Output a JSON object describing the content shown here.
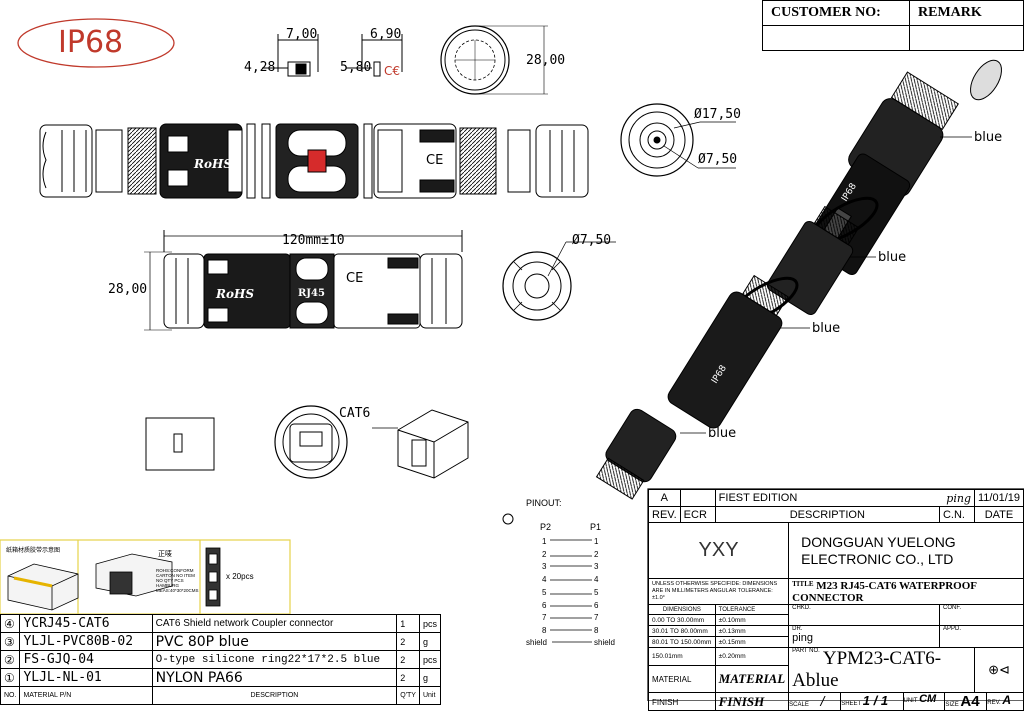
{
  "header": {
    "customer_label": "CUSTOMER NO:",
    "remark_label": "REMARK"
  },
  "rating": "IP68",
  "dimensions": {
    "d_7_00": "7,00",
    "d_6_90": "6,90",
    "d_4_28": "4,28",
    "d_5_80": "5,80",
    "d_28_00_top": "28,00",
    "d_dia_17_50": "Ø17,50",
    "d_dia_7_50_a": "Ø7,50",
    "d_length": "120mm±10",
    "d_28_00_side": "28,00",
    "d_dia_7_50_b": "Ø7,50"
  },
  "body_marks": {
    "rohs": "RoHS",
    "ce": "CE",
    "rj45": "RJ45",
    "ip68": "IP68"
  },
  "callouts": {
    "cat6": "CAT6",
    "blue_1": "blue",
    "blue_2": "blue",
    "blue_3": "blue",
    "blue_4": "blue"
  },
  "packaging": {
    "box_label": "纸箱材质胶带示意图",
    "reel_label": "正唛",
    "reel_text": "ROHS:CONFORM CARTON NO ITEM NO QTY PCS HAMBURG MEAS:40*30*20CMS",
    "pieces": "x 20pcs"
  },
  "bom": {
    "rows": [
      {
        "no": "④",
        "pn": "YCRJ45-CAT6",
        "desc": "CAT6 Shield network Coupler connector",
        "qty": "1",
        "unit": "pcs"
      },
      {
        "no": "③",
        "pn": "YLJL-PVC80B-02",
        "desc": "PVC 80P blue",
        "qty": "2",
        "unit": "g"
      },
      {
        "no": "②",
        "pn": "FS-GJQ-04",
        "desc": "O-type silicone ring22*17*2.5 blue",
        "qty": "2",
        "unit": "pcs"
      },
      {
        "no": "①",
        "pn": "YLJL-NL-01",
        "desc": "NYLON PA66",
        "qty": "2",
        "unit": "g"
      }
    ],
    "headers": {
      "no": "NO.",
      "pn": "MATERIAL P/N",
      "desc": "DESCRIPTION",
      "qty": "Q'TY",
      "unit": "Unit"
    }
  },
  "pinout": {
    "title": "PINOUT:",
    "p2": "P2",
    "p1": "P1",
    "pins": [
      "1",
      "2",
      "3",
      "4",
      "5",
      "6",
      "7",
      "8"
    ],
    "shield": "shield"
  },
  "title_block": {
    "rev_a": "A",
    "edition": "FIEST EDITION",
    "signer": "ping",
    "date_val": "11/01/19",
    "rev_label": "REV.",
    "ecr_label": "ECR",
    "desc_label": "DESCRIPTION",
    "cn_label": "C.N.",
    "date_label": "DATE",
    "company_code": "YXY",
    "company_line1": "DONGGUAN YUELONG",
    "company_line2": "ELECTRONIC CO., LTD",
    "tol_note": "UNLESS OTHERWISE SPECIFIDE: DIMENSIONS ARE IN MILLIMETERS ANGULAR TOLERANCE: ±1.0°",
    "dims_hdr": "DIMENSIONS",
    "tol_hdr": "TOLERANCE",
    "tol_rows": [
      {
        "range": "0.00 TO 30.00mm",
        "tol": "±0.10mm"
      },
      {
        "range": "30.01 TO 80.00mm",
        "tol": "±0.13mm"
      },
      {
        "range": "80.01 TO 150.00mm",
        "tol": "±0.15mm"
      },
      {
        "range": "150.01mm",
        "tol": "±0.20mm"
      }
    ],
    "title_label": "TITLE",
    "title_value": "M23 RJ45-CAT6 WATERPROOF CONNECTOR",
    "chkd_label": "CHKD.",
    "conf_label": "CONF.",
    "dr_label": "DR.",
    "dr_value": "ping",
    "appd_label": "APPD.",
    "part_label": "PART NO.",
    "part_value": "YPM23-CAT6-Ablue",
    "material_label": "MATERIAL",
    "material_value": "MATERIAL",
    "finish_label": "FINISH",
    "finish_value": "FINISH",
    "scale_label": "SCALE",
    "scale_value": "/",
    "sheet_label": "SHEET",
    "sheet_value": "1 / 1",
    "unit_label": "UNIT",
    "unit_value": "CM",
    "size_label": "SIZE",
    "size_value": "A4",
    "rev2_label": "REV.",
    "rev2_value": "A"
  }
}
